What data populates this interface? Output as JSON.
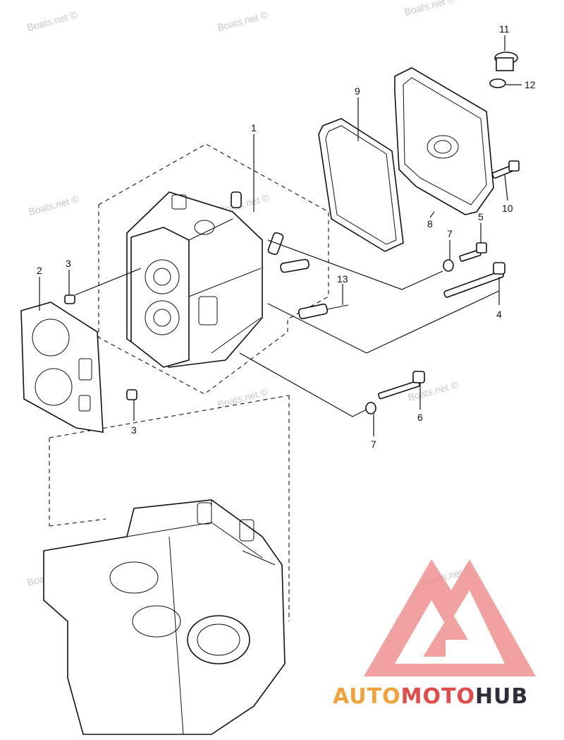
{
  "watermark": "Boats.net ©",
  "callouts": {
    "c1": "1",
    "c2": "2",
    "c3a": "3",
    "c3b": "3",
    "c4": "4",
    "c5": "5",
    "c6": "6",
    "c7a": "7",
    "c7b": "7",
    "c8": "8",
    "c9": "9",
    "c10": "10",
    "c11": "11",
    "c12": "12",
    "c13": "13"
  },
  "brand": {
    "part1": "AUTO",
    "part2": "MOTO",
    "part3": "HUB",
    "icon": "triangle-logo-icon"
  },
  "colors": {
    "brand_orange": "#f2a23a",
    "brand_red": "#e34a4a",
    "brand_dark": "#2f2f3a",
    "logo_triangle": "#f08a8a"
  }
}
